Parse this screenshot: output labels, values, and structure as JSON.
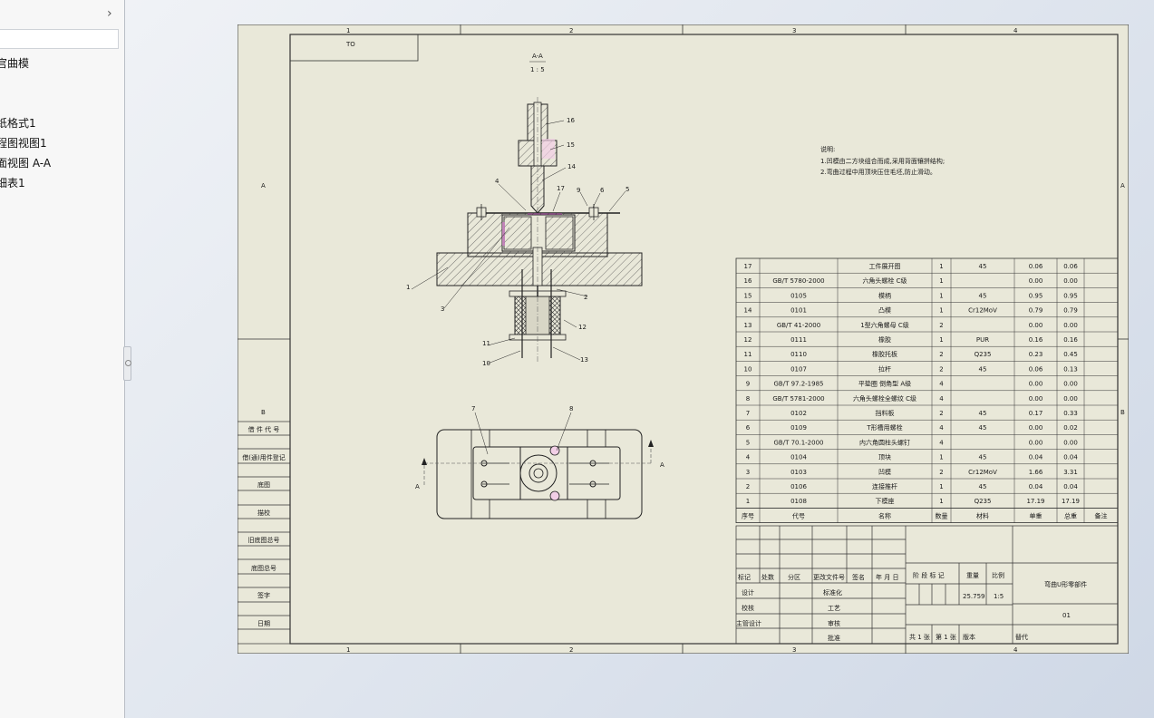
{
  "tree": {
    "chevron_icon": "chevron-right-icon",
    "items": [
      "官曲模",
      "纸格式1",
      "程图视图1",
      "面视图 A-A",
      "细表1"
    ]
  },
  "drawing": {
    "title_box": "TO",
    "section_label": "A-A",
    "section_scale": "1 : 5",
    "zone_numbers": [
      "1",
      "2",
      "3",
      "4"
    ],
    "zone_letters": [
      "A",
      "B"
    ],
    "notes": [
      "说明:",
      "1.凹模由二方块组合而成,采用背面镶拼结构;",
      "2.弯曲过程中用顶块压住毛坯,防止滑动。"
    ],
    "balloons_top": [
      "16",
      "15",
      "14",
      "4",
      "17",
      "9",
      "6",
      "5",
      "1",
      "3",
      "2",
      "12",
      "11",
      "10",
      "13"
    ],
    "balloons_plan": [
      "7",
      "8"
    ],
    "plan_arrow": "A"
  },
  "bom": {
    "rows": [
      [
        "17",
        "",
        "工件展开图",
        "1",
        "45",
        "0.06",
        "0.06",
        ""
      ],
      [
        "16",
        "GB/T 5780-2000",
        "六角头螺栓 C级",
        "1",
        "",
        "0.00",
        "0.00",
        ""
      ],
      [
        "15",
        "0105",
        "模柄",
        "1",
        "45",
        "0.95",
        "0.95",
        ""
      ],
      [
        "14",
        "0101",
        "凸模",
        "1",
        "Cr12MoV",
        "0.79",
        "0.79",
        ""
      ],
      [
        "13",
        "GB/T 41-2000",
        "1型六角螺母 C级",
        "2",
        "",
        "0.00",
        "0.00",
        ""
      ],
      [
        "12",
        "0111",
        "橡胶",
        "1",
        "PUR",
        "0.16",
        "0.16",
        ""
      ],
      [
        "11",
        "0110",
        "橡胶托板",
        "2",
        "Q235",
        "0.23",
        "0.45",
        ""
      ],
      [
        "10",
        "0107",
        "拉杆",
        "2",
        "45",
        "0.06",
        "0.13",
        ""
      ],
      [
        "9",
        "GB/T 97.2-1985",
        "平垫圈 倒角型 A级",
        "4",
        "",
        "0.00",
        "0.00",
        ""
      ],
      [
        "8",
        "GB/T 5781-2000",
        "六角头螺栓全螺纹 C级",
        "4",
        "",
        "0.00",
        "0.00",
        ""
      ],
      [
        "7",
        "0102",
        "挡料板",
        "2",
        "45",
        "0.17",
        "0.33",
        ""
      ],
      [
        "6",
        "0109",
        "T形槽用螺栓",
        "4",
        "45",
        "0.00",
        "0.02",
        ""
      ],
      [
        "5",
        "GB/T 70.1-2000",
        "内六角圆柱头螺钉",
        "4",
        "",
        "0.00",
        "0.00",
        ""
      ],
      [
        "4",
        "0104",
        "顶块",
        "1",
        "45",
        "0.04",
        "0.04",
        ""
      ],
      [
        "3",
        "0103",
        "凹模",
        "2",
        "Cr12MoV",
        "1.66",
        "3.31",
        ""
      ],
      [
        "2",
        "0106",
        "连接推杆",
        "1",
        "45",
        "0.04",
        "0.04",
        ""
      ],
      [
        "1",
        "0108",
        "下模座",
        "1",
        "Q235",
        "17.19",
        "17.19",
        ""
      ]
    ],
    "header": [
      "序号",
      "代号",
      "名称",
      "数量",
      "材料",
      "单重",
      "总重",
      "备注"
    ]
  },
  "title_block": {
    "rev_header": [
      "标记",
      "处数",
      "分区",
      "更改文件号",
      "签名",
      "年 月 日"
    ],
    "roles_left": [
      "设计",
      "校核",
      "主管设计"
    ],
    "roles_right": [
      "标准化",
      "工艺",
      "审核",
      "批准"
    ],
    "stage_header": [
      "阶 段 标 记",
      "重量",
      "比例"
    ],
    "weight": "25.759",
    "scale": "1:5",
    "drawing_name": "弯曲U形零部件",
    "drawing_no": "01",
    "sheets": "共 1 张",
    "sheet_no": "第 1 张",
    "version": "版本",
    "replace": "替代"
  },
  "side_table": {
    "labels": [
      "借 件 代 号",
      "借(通)用件登记",
      "底图",
      "描校",
      "旧底图总号",
      "底图总号",
      "签字",
      "日期"
    ]
  }
}
